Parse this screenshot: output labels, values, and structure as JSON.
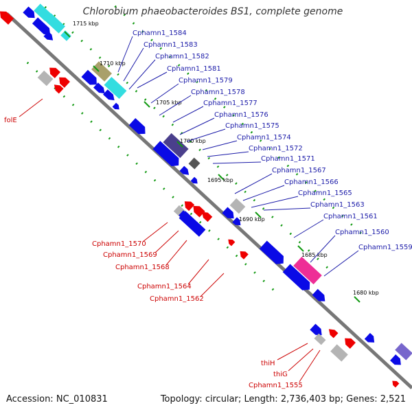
{
  "title": "Chlorobium phaeobacteroides BS1, complete genome",
  "footer": {
    "accession_label": "Accession:",
    "accession": "NC_010831",
    "topology_label": "Topology:",
    "topology": "circular;",
    "length_label": "Length:",
    "length": "2,736,403 bp;",
    "genes_label": "Genes:",
    "genes": "2,521"
  },
  "colors": {
    "backbone": "#777777",
    "tick_green": "#119911",
    "forward_label": "#1a1aa8",
    "reverse_label": "#cc0000",
    "gene_blue": "#0a0ae6",
    "gene_red": "#ee0000",
    "gene_cyan": "#33dde0",
    "gene_grey": "#b4b4b4",
    "gene_olive": "#a9a06a",
    "gene_navy": "#4a3f8c",
    "gene_magenta": "#ee2e96",
    "gene_dark": "#555555",
    "gene_lavender": "#7766cc"
  },
  "ticks": [
    "1715 kbp",
    "1710 kbp",
    "1705 kbp",
    "1700 kbp",
    "1695 kbp",
    "1690 kbp",
    "1685 kbp",
    "1680 kbp"
  ],
  "forward_labels": [
    "Cphamn1_1584",
    "Cphamn1_1583",
    "Cphamn1_1582",
    "Cphamn1_1581",
    "Cphamn1_1579",
    "Cphamn1_1578",
    "Cphamn1_1577",
    "Cphamn1_1576",
    "Cphamn1_1575",
    "Cphamn1_1574",
    "Cphamn1_1572",
    "Cphamn1_1571",
    "Cphamn1_1567",
    "Cphamn1_1566",
    "Cphamn1_1565",
    "Cphamn1_1563",
    "Cphamn1_1561",
    "Cphamn1_1560",
    "Cphamn1_1559"
  ],
  "reverse_labels": [
    "folE",
    "Cphamn1_1570",
    "Cphamn1_1569",
    "Cphamn1_1568",
    "Cphamn1_1564",
    "Cphamn1_1562",
    "thiH",
    "thiG",
    "Cphamn1_1555"
  ]
}
